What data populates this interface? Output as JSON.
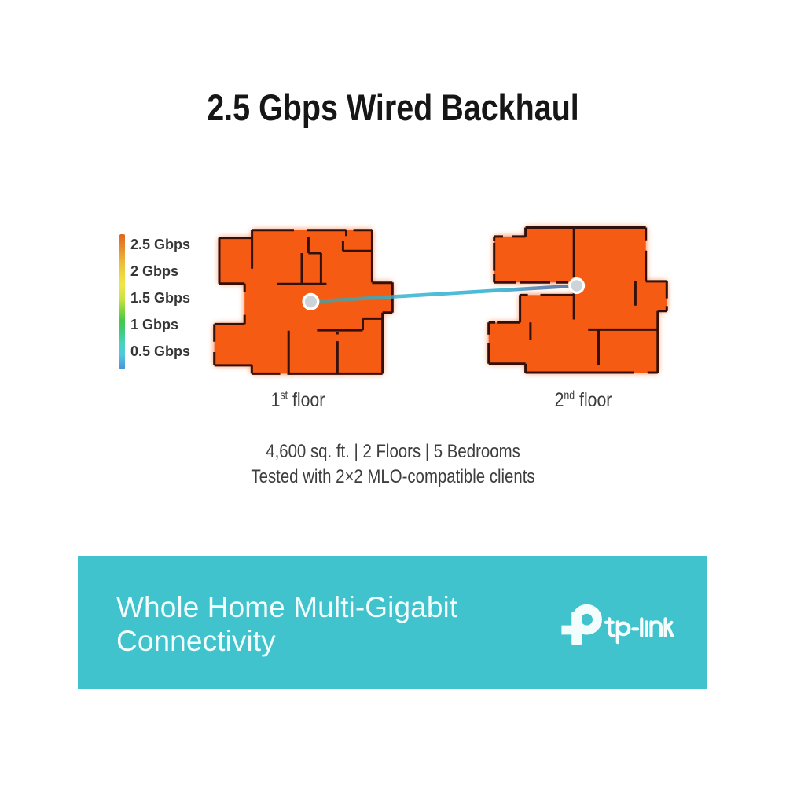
{
  "title": "2.5 Gbps Wired Backhaul",
  "legend": {
    "labels": [
      "2.5 Gbps",
      "2 Gbps",
      "1.5 Gbps",
      "1 Gbps",
      "0.5 Gbps"
    ],
    "gradient_top_color": "#e0661f",
    "gradient_bottom_color": "#4a93d8"
  },
  "floors": [
    {
      "number": "1",
      "suffix": "st",
      "word": " floor"
    },
    {
      "number": "2",
      "suffix": "nd",
      "word": " floor"
    }
  ],
  "specs": {
    "line1": "4,600 sq. ft. | 2 Floors | 5 Bedrooms",
    "line2": "Tested with 2×2 MLO-compatible clients"
  },
  "banner": {
    "line1": "Whole Home Multi-Gigabit",
    "line2": "Connectivity",
    "brand": "tp-link",
    "background_color": "#40c3cd",
    "text_color": "#f2fdfd"
  },
  "diagram": {
    "heat_color": "#f65b13",
    "wall_color": "#33100a",
    "link_color_start": "#2ea8b4",
    "link_color_end": "#5a73aa",
    "node_fill": "#ccd3d9",
    "coverage_level": "2.5 Gbps"
  }
}
